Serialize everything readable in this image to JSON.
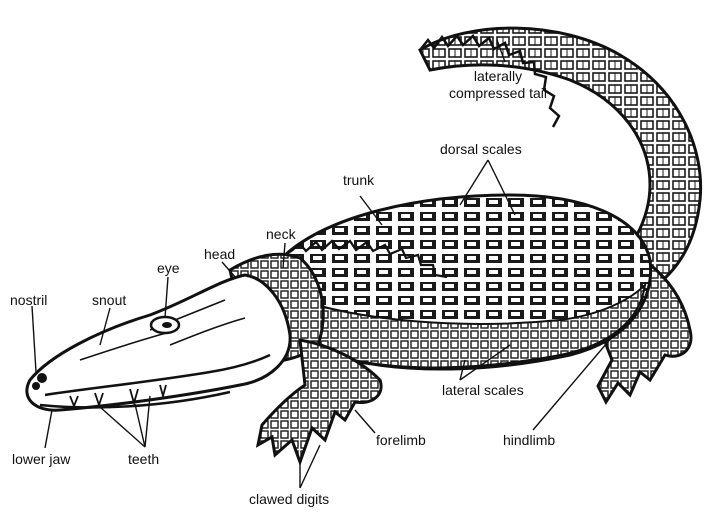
{
  "labels": {
    "tail": "laterally compressed tail",
    "tail_line1": "laterally",
    "tail_line2": "compressed tail",
    "dorsal_scales": "dorsal scales",
    "trunk": "trunk",
    "neck": "neck",
    "head": "head",
    "eye": "eye",
    "snout": "snout",
    "nostril": "nostril",
    "lateral_scales": "lateral scales",
    "forelimb": "forelimb",
    "hindlimb": "hindlimb",
    "lower_jaw": "lower jaw",
    "teeth": "teeth",
    "clawed_digits": "clawed digits"
  },
  "colors": {
    "ink": "#111111",
    "background": "#ffffff"
  }
}
